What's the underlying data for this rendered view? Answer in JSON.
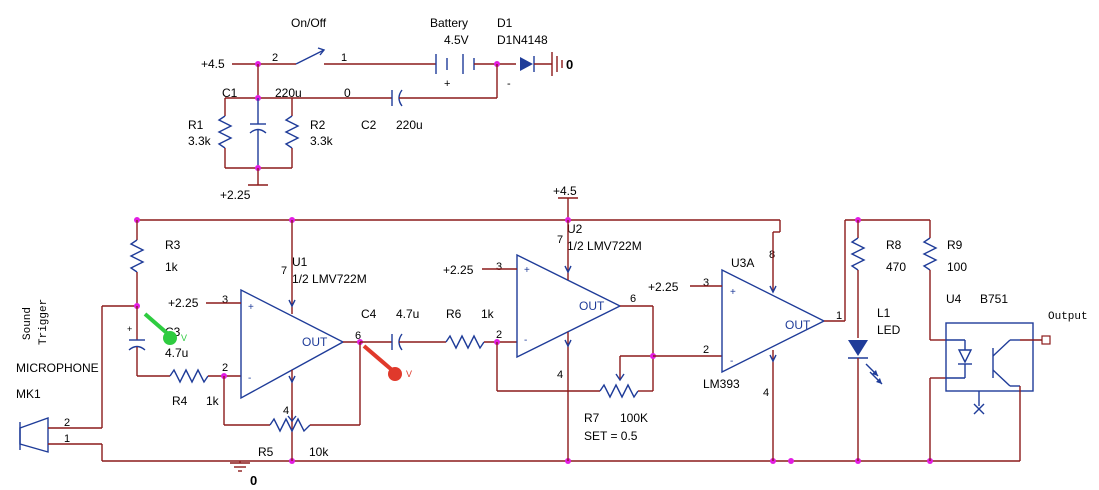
{
  "schematic": {
    "supply": {
      "plus_4_5_top": "+4.5",
      "plus_2_25_bias": "+2.25",
      "plus_4_5_rail": "+4.5",
      "zero_gnd": "0",
      "zero_batt": "0",
      "zero_c2": "0"
    },
    "switch": {
      "label": "On/Off",
      "pin1": "1",
      "pin2": "2"
    },
    "battery": {
      "label": "Battery",
      "value": "4.5V",
      "plus": "+",
      "minus": "-"
    },
    "diode": {
      "ref": "D1",
      "part": "D1N4148"
    },
    "c1": {
      "ref": "C1",
      "value": "220u"
    },
    "c2": {
      "ref": "C2",
      "value": "220u"
    },
    "r1": {
      "ref": "R1",
      "value": "3.3k"
    },
    "r2": {
      "ref": "R2",
      "value": "3.3k"
    },
    "r3": {
      "ref": "R3",
      "value": "1k"
    },
    "c3": {
      "ref": "C3",
      "value": "4.7u"
    },
    "microphone": {
      "name": "MICROPHONE",
      "ref": "MK1",
      "pin2": "2",
      "pin1": "1"
    },
    "side_title": {
      "line1": "Sound",
      "line2": "Trigger"
    },
    "r4": {
      "ref": "R4",
      "value": "1k"
    },
    "u1": {
      "ref": "U1",
      "part": "1/2 LMV722M",
      "pin3": "3",
      "pin2": "2",
      "pin7": "7",
      "pin4": "4",
      "pin6": "6",
      "out": "OUT",
      "plus": "+",
      "minus": "-",
      "bias": "+2.25"
    },
    "r5": {
      "ref": "R5",
      "value": "10k"
    },
    "c4": {
      "ref": "C4",
      "value": "4.7u"
    },
    "r6": {
      "ref": "R6",
      "value": "1k"
    },
    "u2": {
      "ref": "U2",
      "part": "1/2 LMV722M",
      "pin3": "3",
      "pin2": "2",
      "pin7": "7",
      "pin4": "4",
      "pin6": "6",
      "out": "OUT",
      "plus": "+",
      "minus": "-",
      "bias": "+2.25"
    },
    "r7": {
      "ref": "R7",
      "value": "100K",
      "set": "SET = 0.5"
    },
    "u3": {
      "ref": "U3A",
      "part": "LM393",
      "pin3": "3",
      "pin2": "2",
      "pin8": "8",
      "pin4": "4",
      "pin1": "1",
      "out": "OUT",
      "plus": "+",
      "minus": "-",
      "bias": "+2.25"
    },
    "r8": {
      "ref": "R8",
      "value": "470"
    },
    "r9": {
      "ref": "R9",
      "value": "100"
    },
    "led": {
      "ref": "L1",
      "part": "LED"
    },
    "u4": {
      "ref": "U4",
      "part": "B751"
    },
    "output": {
      "label": "Output"
    },
    "probe_green": {
      "label": "V"
    },
    "probe_red": {
      "label": "V"
    }
  },
  "colors": {
    "wire": "#8c1a1a",
    "component": "#1f3c99",
    "junction": "#e21de2",
    "probe_green": "#2ecc40",
    "probe_red": "#e0392b"
  }
}
